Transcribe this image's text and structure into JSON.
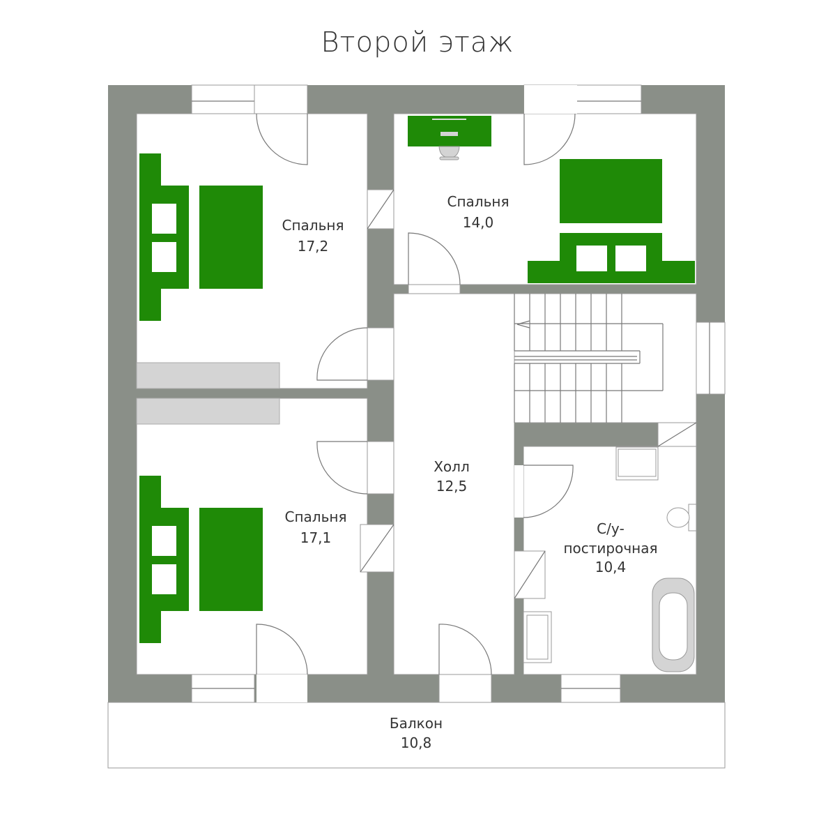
{
  "title": "Второй этаж",
  "colors": {
    "wall": "#8a8f88",
    "furniture": "#1f8a07",
    "light_furniture": "#d4d4d4"
  },
  "rooms": [
    {
      "name": "Спальня",
      "area": "17,2"
    },
    {
      "name": "Спальня",
      "area": "14,0"
    },
    {
      "name": "Спальня",
      "area": "17,1"
    },
    {
      "name": "Холл",
      "area": "12,5"
    },
    {
      "name": "С/у-",
      "name2": "постирочная",
      "area": "10,4"
    },
    {
      "name": "Балкон",
      "area": "10,8"
    }
  ]
}
